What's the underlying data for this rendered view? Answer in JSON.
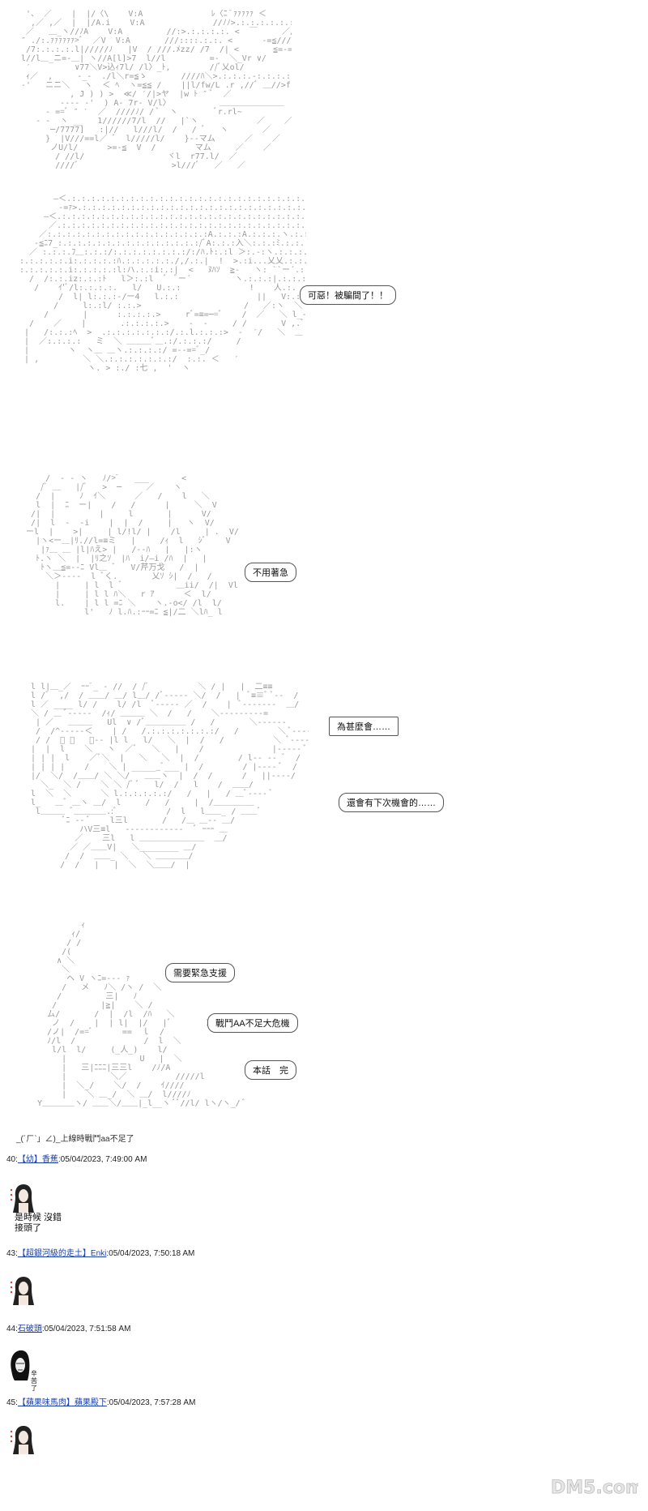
{
  "panels": [
    {
      "id": "p1",
      "bubbles": []
    },
    {
      "id": "p2",
      "bubbles": [
        {
          "text": "可惡！被騙間了！！"
        }
      ]
    },
    {
      "id": "p3",
      "bubbles": [
        {
          "text": "不用著急"
        }
      ]
    },
    {
      "id": "p4",
      "bubbles": [
        {
          "text": "為甚麼會……"
        },
        {
          "text": "還會有下次機會的……"
        }
      ]
    },
    {
      "id": "p5",
      "bubbles": [
        {
          "text": "需要緊急支援"
        },
        {
          "text": "戰鬥AA不足大危機"
        },
        {
          "text": "本話　完"
        }
      ]
    }
  ],
  "caption": "_(´ㄏ`」∠)_上線時戰鬥aa不足了",
  "posts": [
    {
      "num": "40:",
      "user": "【幼】香蕉",
      "time": ":05/04/2023, 7:49:00 AM",
      "body": [
        "是時候 沒錯",
        "接頭了"
      ]
    },
    {
      "num": "43:",
      "user": "【超銀河級的走土】",
      "user2": "Enki",
      "time": ":05/04/2023, 7:50:18 AM",
      "body": []
    },
    {
      "num": "44:",
      "user": "石破頭",
      "time": ":05/04/2023, 7:51:58 AM",
      "body": [],
      "avatar_label": "辛苦了"
    },
    {
      "num": "45:",
      "user": "【蘋果味馬肉】蘋果殿下",
      "time": ":05/04/2023, 7:57:28 AM",
      "body": []
    }
  ],
  "watermark": "DM5.com"
}
